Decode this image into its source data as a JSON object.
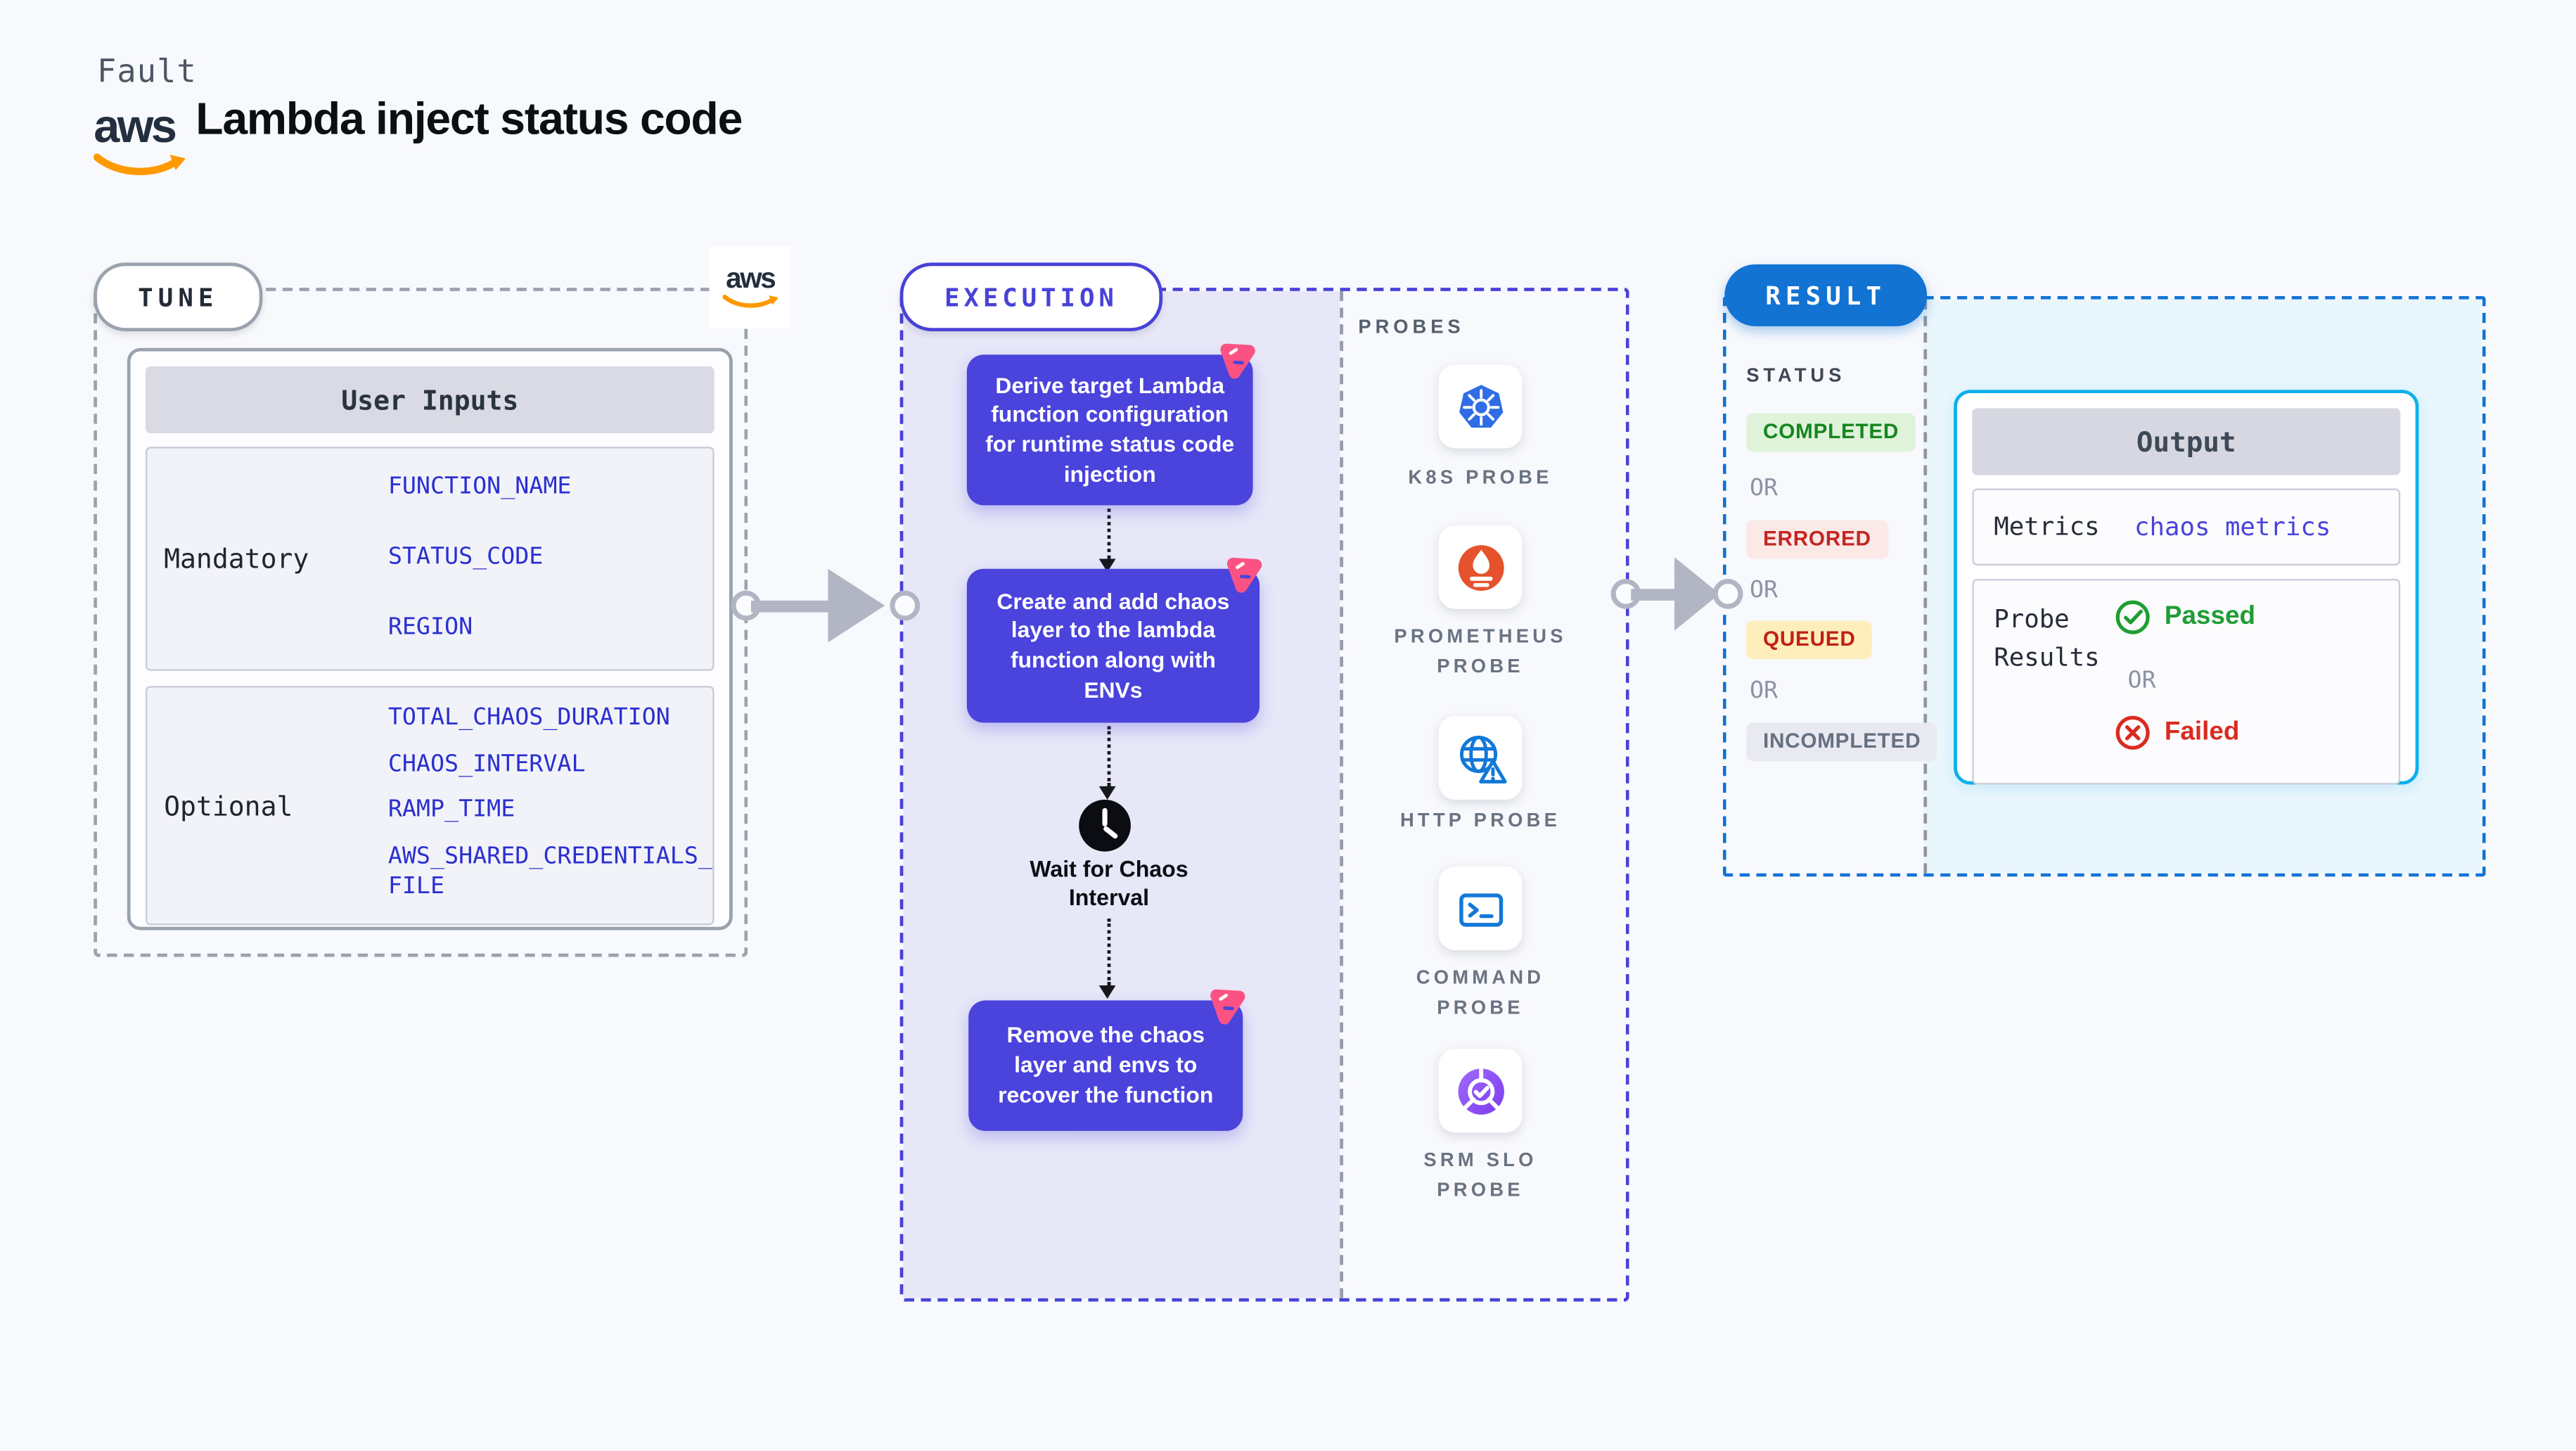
{
  "header": {
    "eyebrow": "Fault",
    "title": "Lambda inject status code",
    "aws_logo_text": "aws"
  },
  "tune": {
    "pill_label": "TUNE",
    "aws_logo_text": "aws",
    "user_inputs": {
      "header": "User Inputs",
      "mandatory_label": "Mandatory",
      "mandatory_params": [
        "FUNCTION_NAME",
        "STATUS_CODE",
        "REGION"
      ],
      "optional_label": "Optional",
      "optional_params": [
        "TOTAL_CHAOS_DURATION",
        "CHAOS_INTERVAL",
        "RAMP_TIME",
        "AWS_SHARED_CREDENTIALS_FILE"
      ]
    }
  },
  "execution": {
    "pill_label": "EXECUTION",
    "steps": [
      {
        "text": "Derive target Lambda function configuration for runtime status code injection",
        "icon": "litmus-chaos-icon"
      },
      {
        "text": "Create and add chaos layer to the lambda function along with ENVs",
        "icon": "litmus-chaos-icon"
      },
      {
        "text": "Remove the chaos layer and envs to recover the function",
        "icon": "litmus-chaos-icon"
      }
    ],
    "wait_step": {
      "icon": "clock-icon",
      "text": "Wait for Chaos Interval"
    },
    "probes": {
      "heading": "PROBES",
      "items": [
        {
          "label": "K8S PROBE",
          "icon": "kubernetes-icon"
        },
        {
          "label": "PROMETHEUS PROBE",
          "icon": "prometheus-icon"
        },
        {
          "label": "HTTP PROBE",
          "icon": "globe-alert-icon"
        },
        {
          "label": "COMMAND PROBE",
          "icon": "terminal-icon"
        },
        {
          "label": "SRM SLO PROBE",
          "icon": "slo-gauge-icon"
        }
      ]
    }
  },
  "result": {
    "pill_label": "RESULT",
    "status_heading": "STATUS",
    "or_label": "OR",
    "statuses": [
      {
        "label": "COMPLETED",
        "state": "completed"
      },
      {
        "label": "ERRORED",
        "state": "errored"
      },
      {
        "label": "QUEUED",
        "state": "queued"
      },
      {
        "label": "INCOMPLETED",
        "state": "incompleted"
      }
    ],
    "output": {
      "header": "Output",
      "metrics_label": "Metrics",
      "metrics_value": "chaos metrics",
      "probe_results_label": "Probe Results",
      "passed_label": "Passed",
      "or_label": "OR",
      "failed_label": "Failed"
    }
  },
  "colors": {
    "page_bg": "#f8f9fc",
    "accent_indigo": "#4a43dc",
    "execution_border": "#4842d8",
    "execution_panel_bg": "#e7e7f8",
    "tune_border": "#9aa2ae",
    "result_blue": "#1273d3",
    "result_panel_bg": "#e9f6fc",
    "output_border": "#0db0ea",
    "litmus_pink": "#fb5283",
    "aws_orange": "#ff9900",
    "kubernetes_blue": "#2f6ce5",
    "prometheus_orange": "#e6522c",
    "probe_icon_blue": "#1278d8",
    "srm_purple_gradient": [
      "#a06bfa",
      "#7c3bf0"
    ],
    "passed_green": "#1f9d33",
    "failed_red": "#d92b21",
    "arrow_grey": "#b2b6c4",
    "status_completed": {
      "bg": "#def3da",
      "text": "#17861f"
    },
    "status_errored": {
      "bg": "#fbe9e8",
      "text": "#c32723"
    },
    "status_queued": {
      "bg": "#fdeebc",
      "text": "#c31f15"
    },
    "status_incompleted": {
      "bg": "#e9eaf1",
      "text": "#677080"
    }
  }
}
